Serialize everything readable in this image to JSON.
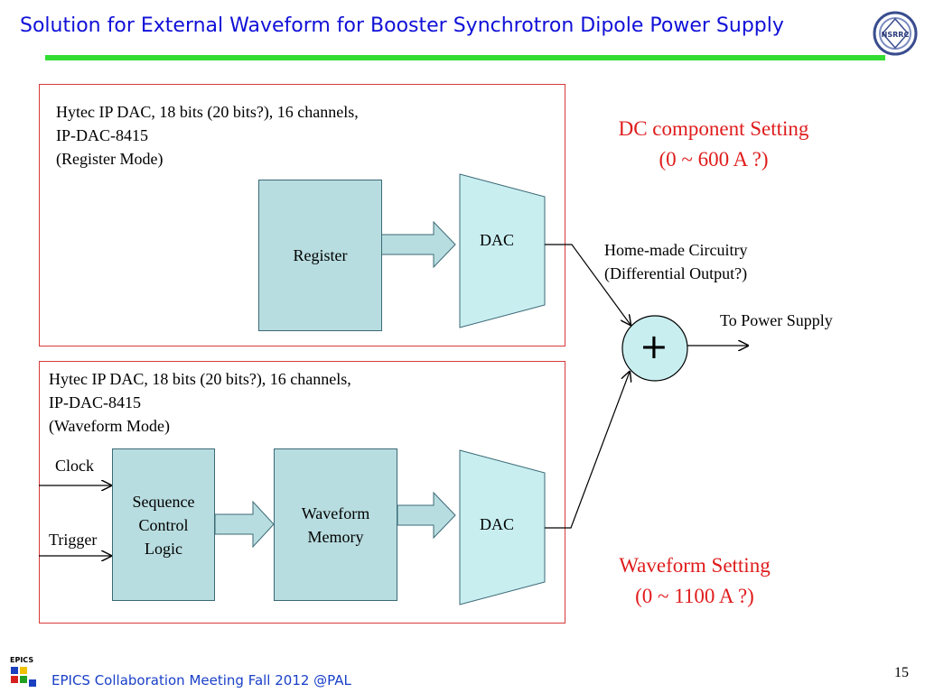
{
  "slide": {
    "title": "Solution for External Waveform for Booster Synchrotron Dipole Power Supply",
    "logo_text": "NSRRC",
    "footer": "EPICS Collaboration Meeting Fall 2012 @PAL",
    "epics_logo_text": "EPICS",
    "page_number": "15"
  },
  "top_panel": {
    "line1": "Hytec IP DAC, 18 bits (20 bits?), 16 channels,",
    "line2": "IP-DAC-8415",
    "line3": "(Register Mode)",
    "register": "Register",
    "dac": "DAC"
  },
  "bottom_panel": {
    "line1": "Hytec IP DAC, 18 bits (20 bits?), 16 channels,",
    "line2": "IP-DAC-8415",
    "line3": "(Waveform Mode)",
    "clock": "Clock",
    "trigger": "Trigger",
    "sequence_line1": "Sequence",
    "sequence_line2": "Control",
    "sequence_line3": "Logic",
    "waveform_line1": "Waveform",
    "waveform_line2": "Memory",
    "dac": "DAC"
  },
  "right_side": {
    "dc_line1": "DC component Setting",
    "dc_line2": "(0 ~ 600 A ?)",
    "circuit_line1": "Home-made Circuitry",
    "circuit_line2": "(Differential Output?)",
    "plus": "+",
    "to_power": "To Power Supply",
    "wave_line1": "Waveform Setting",
    "wave_line2": "(0 ~ 1100 A ?)"
  },
  "colors": {
    "title": "#1010d8",
    "rule": "#33dd33",
    "panel_border": "#d63a3a",
    "block_fill": "#b8dde0",
    "dac_fill": "#c8eef0",
    "annotation": "#e01c1c"
  }
}
